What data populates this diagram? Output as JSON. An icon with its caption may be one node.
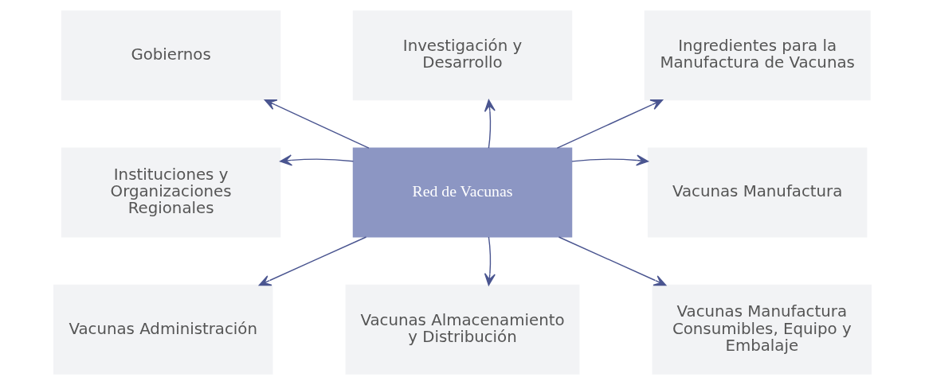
{
  "diagram": {
    "nodes": [
      {
        "text": [
          "Gobiernos"
        ]
      },
      {
        "text": [
          "Investigación y Desarrollo"
        ]
      },
      {
        "text": [
          "Ingredientes para la Manufactura de Vacunas"
        ]
      },
      {
        "text": [
          "Instituciones y Organizaciones Regionales"
        ]
      },
      {
        "text": [
          "Red de Vacunas"
        ]
      },
      {
        "text": [
          "Vacunas Manufactura"
        ]
      },
      {
        "text": [
          "Vacunas Administración"
        ]
      },
      {
        "text": [
          "Vacunas Almacenamiento y Distribución"
        ]
      },
      {
        "text": [
          "Vacunas Manufactura Consumibles, Equipo y Embalaje"
        ]
      }
    ],
    "edges": [
      {
        "from": 4,
        "to": 0,
        "arrow": "to"
      },
      {
        "from": 4,
        "to": 1,
        "arrow": "to"
      },
      {
        "from": 4,
        "to": 2,
        "arrow": "to"
      },
      {
        "from": 4,
        "to": 3,
        "arrow": "to"
      },
      {
        "from": 4,
        "to": 5,
        "arrow": "to"
      },
      {
        "from": 4,
        "to": 6,
        "arrow": "to"
      },
      {
        "from": 4,
        "to": 7,
        "arrow": "to"
      },
      {
        "from": 4,
        "to": 8,
        "arrow": "to"
      }
    ]
  }
}
